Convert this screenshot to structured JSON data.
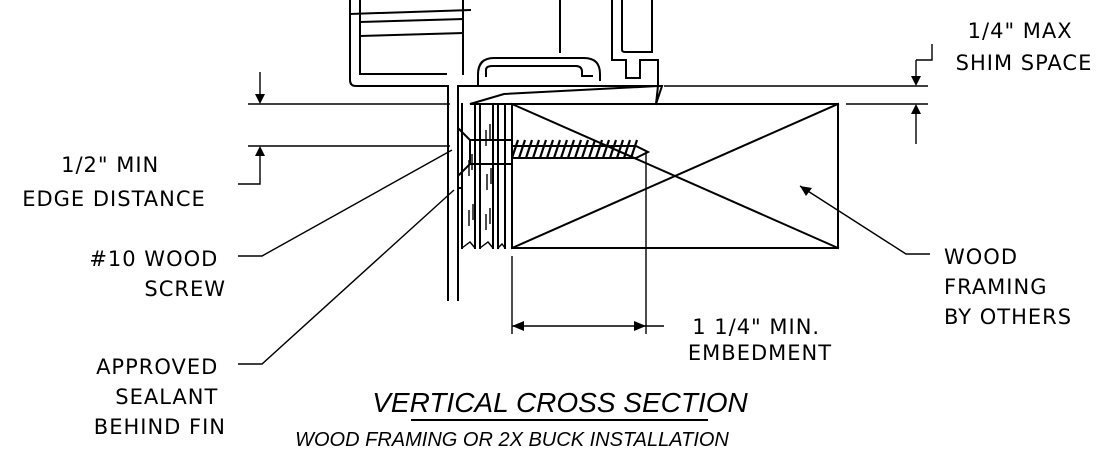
{
  "notes": {
    "shim_space": [
      "1/4\" MAX",
      "SHIM SPACE"
    ],
    "edge_distance": [
      "1/2\" MIN",
      "EDGE DISTANCE"
    ],
    "screw": [
      "#10 WOOD",
      "SCREW"
    ],
    "sealant": [
      "APPROVED",
      "SEALANT",
      "BEHIND FIN"
    ],
    "wood_framing": [
      "WOOD",
      "FRAMING",
      "BY OTHERS"
    ],
    "embedment": [
      "1  1/4\" MIN.",
      "EMBEDMENT"
    ]
  },
  "title": "VERTICAL CROSS SECTION",
  "subtitle": "WOOD FRAMING OR 2X BUCK INSTALLATION"
}
